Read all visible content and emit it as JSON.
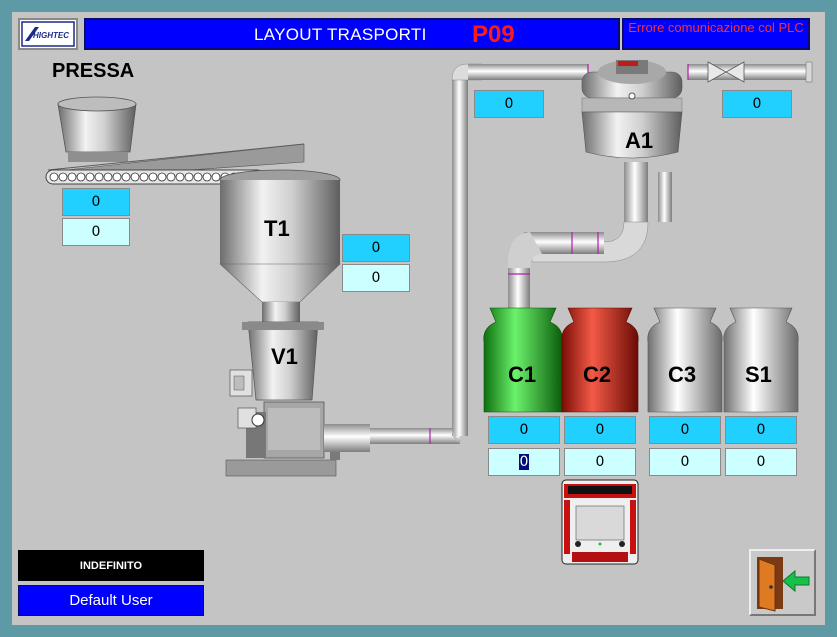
{
  "header": {
    "logo_text": "HIGHTEC",
    "title": "LAYOUT TRASPORTI",
    "code": "P09",
    "error": "Errore comunicazione col PLC"
  },
  "labels": {
    "pressa": "PRESSA",
    "t1": "T1",
    "v1": "V1",
    "a1": "A1",
    "c1": "C1",
    "c2": "C2",
    "c3": "C3",
    "s1": "S1"
  },
  "values": {
    "pressa_1": "0",
    "pressa_2": "0",
    "t1_1": "0",
    "t1_2": "0",
    "a1_left": "0",
    "a1_right": "0",
    "c1_1": "0",
    "c1_2": "0",
    "c2_1": "0",
    "c2_2": "0",
    "c3_1": "0",
    "c3_2": "0",
    "s1_1": "0",
    "s1_2": "0"
  },
  "silo_colors": {
    "c1": "#1fa51f",
    "c2": "#d11a10",
    "c3": "#b9b9b9",
    "s1": "#b9b9b9"
  },
  "status": {
    "state": "INDEFINITO",
    "user": "Default User"
  },
  "icons": {
    "exit": "exit-door-icon"
  }
}
